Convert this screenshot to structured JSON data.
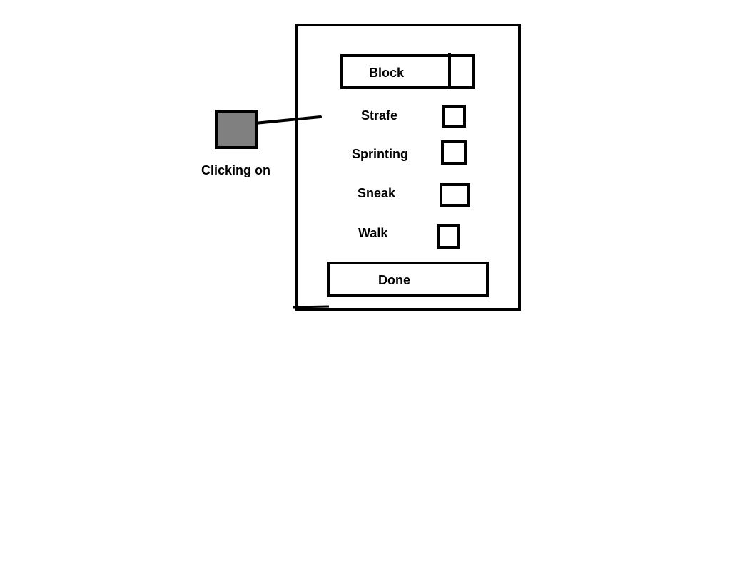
{
  "indicator": {
    "label": "Clicking on",
    "color": "#808080"
  },
  "dialog": {
    "dropdown_label": "Block",
    "options": [
      {
        "label": "Strafe",
        "checked": false
      },
      {
        "label": "Sprinting",
        "checked": false
      },
      {
        "label": "Sneak",
        "checked": false
      },
      {
        "label": "Walk",
        "checked": false
      }
    ],
    "done_label": "Done"
  }
}
